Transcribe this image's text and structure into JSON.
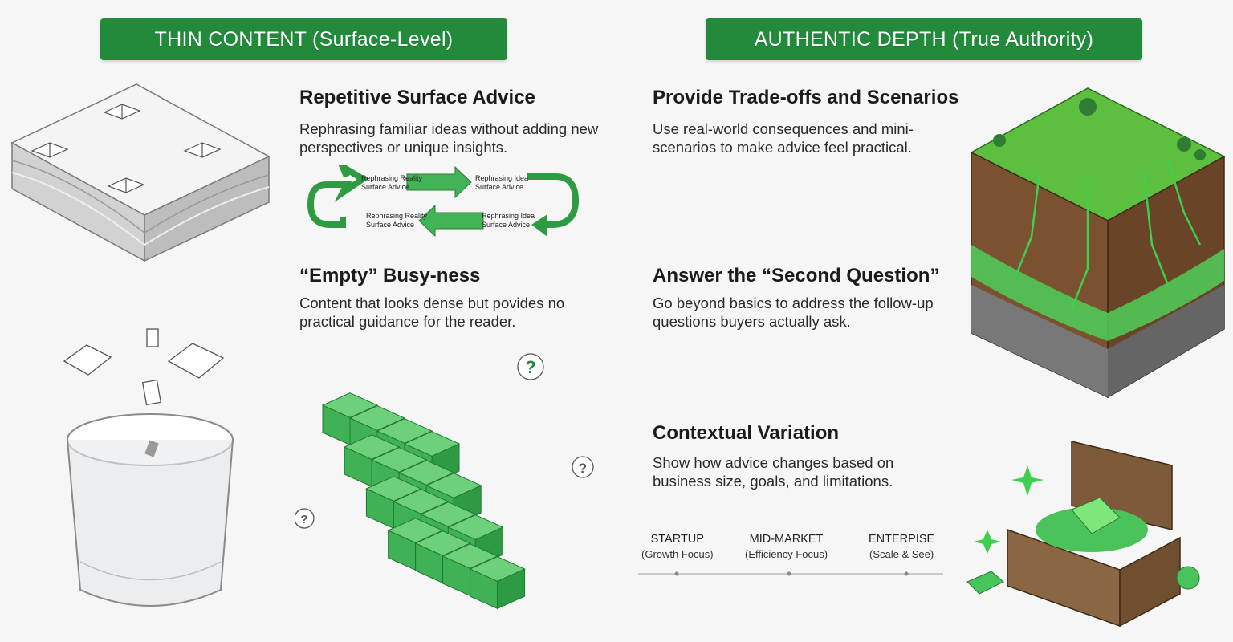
{
  "left": {
    "banner": "THIN CONTENT (Surface-Level)",
    "sections": [
      {
        "title": "Repetitive Surface Advice",
        "body": "Rephrasing familiar ideas without adding new perspectives or unique insights."
      },
      {
        "title": "“Empty” Busy-ness",
        "body": "Content that looks dense but povides no practical guidance for the reader."
      }
    ],
    "cycle_labels": [
      {
        "line1": "Rephrasing Reality",
        "line2": "Surface Advice"
      },
      {
        "line1": "Rephrasing Idea",
        "line2": "Surface Advice"
      },
      {
        "line1": "Rephrasing Reality",
        "line2": "Surface Advice"
      },
      {
        "line1": "Rephrasing Idea",
        "line2": "Surface Advice"
      }
    ],
    "question_mark": "?"
  },
  "right": {
    "banner": "AUTHENTIC DEPTH (True Authority)",
    "sections": [
      {
        "title": "Provide Trade-offs and Scenarios",
        "body": "Use real-world consequences and mini-scenarios to make advice feel practical."
      },
      {
        "title": "Answer the “Second Question”",
        "body": "Go beyond basics to address the follow-up questions buyers actually ask."
      },
      {
        "title": "Contextual Variation",
        "body": "Show how advice changes based on business size, goals, and limitations."
      }
    ],
    "timeline": [
      {
        "name": "STARTUP",
        "sub": "(Growth Focus)"
      },
      {
        "name": "MID-MARKET",
        "sub": "(Efficiency Focus)"
      },
      {
        "name": "ENTERPISE",
        "sub": "(Scale & See)"
      }
    ]
  },
  "colors": {
    "accent": "#218a3b",
    "accent_light": "#4cc45a",
    "text": "#1c1c1c"
  },
  "icons": [
    "book-slab-icon",
    "cycle-arrows-icon",
    "empty-glass-icon",
    "green-cubes-icon",
    "soil-cross-section-icon",
    "treasure-chest-icon"
  ]
}
